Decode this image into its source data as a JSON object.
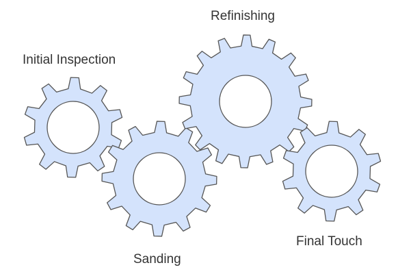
{
  "diagram": {
    "gear_fill": "#d4e3fc",
    "gear_stroke": "#555555",
    "label_color": "#333333",
    "gears": [
      {
        "id": "initial-inspection",
        "label": "Initial Inspection"
      },
      {
        "id": "sanding",
        "label": "Sanding"
      },
      {
        "id": "refinishing",
        "label": "Refinishing"
      },
      {
        "id": "final-touch",
        "label": "Final Touch"
      }
    ]
  }
}
